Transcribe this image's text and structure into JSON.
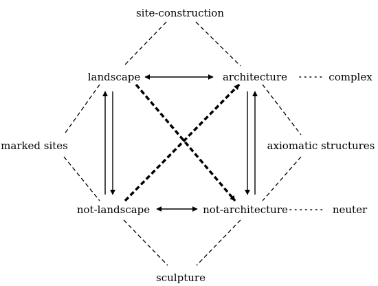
{
  "terms": {
    "site_construction": "site-construction",
    "landscape": "landscape",
    "architecture": "architecture",
    "complex": "complex",
    "marked_sites": "marked sites",
    "axiomatic_structures": "axiomatic structures",
    "not_landscape": "not-landscape",
    "not_architecture": "not-architecture",
    "neuter": "neuter",
    "sculpture": "sculpture"
  },
  "colors": {
    "ink": "#000000",
    "background": "#ffffff"
  }
}
